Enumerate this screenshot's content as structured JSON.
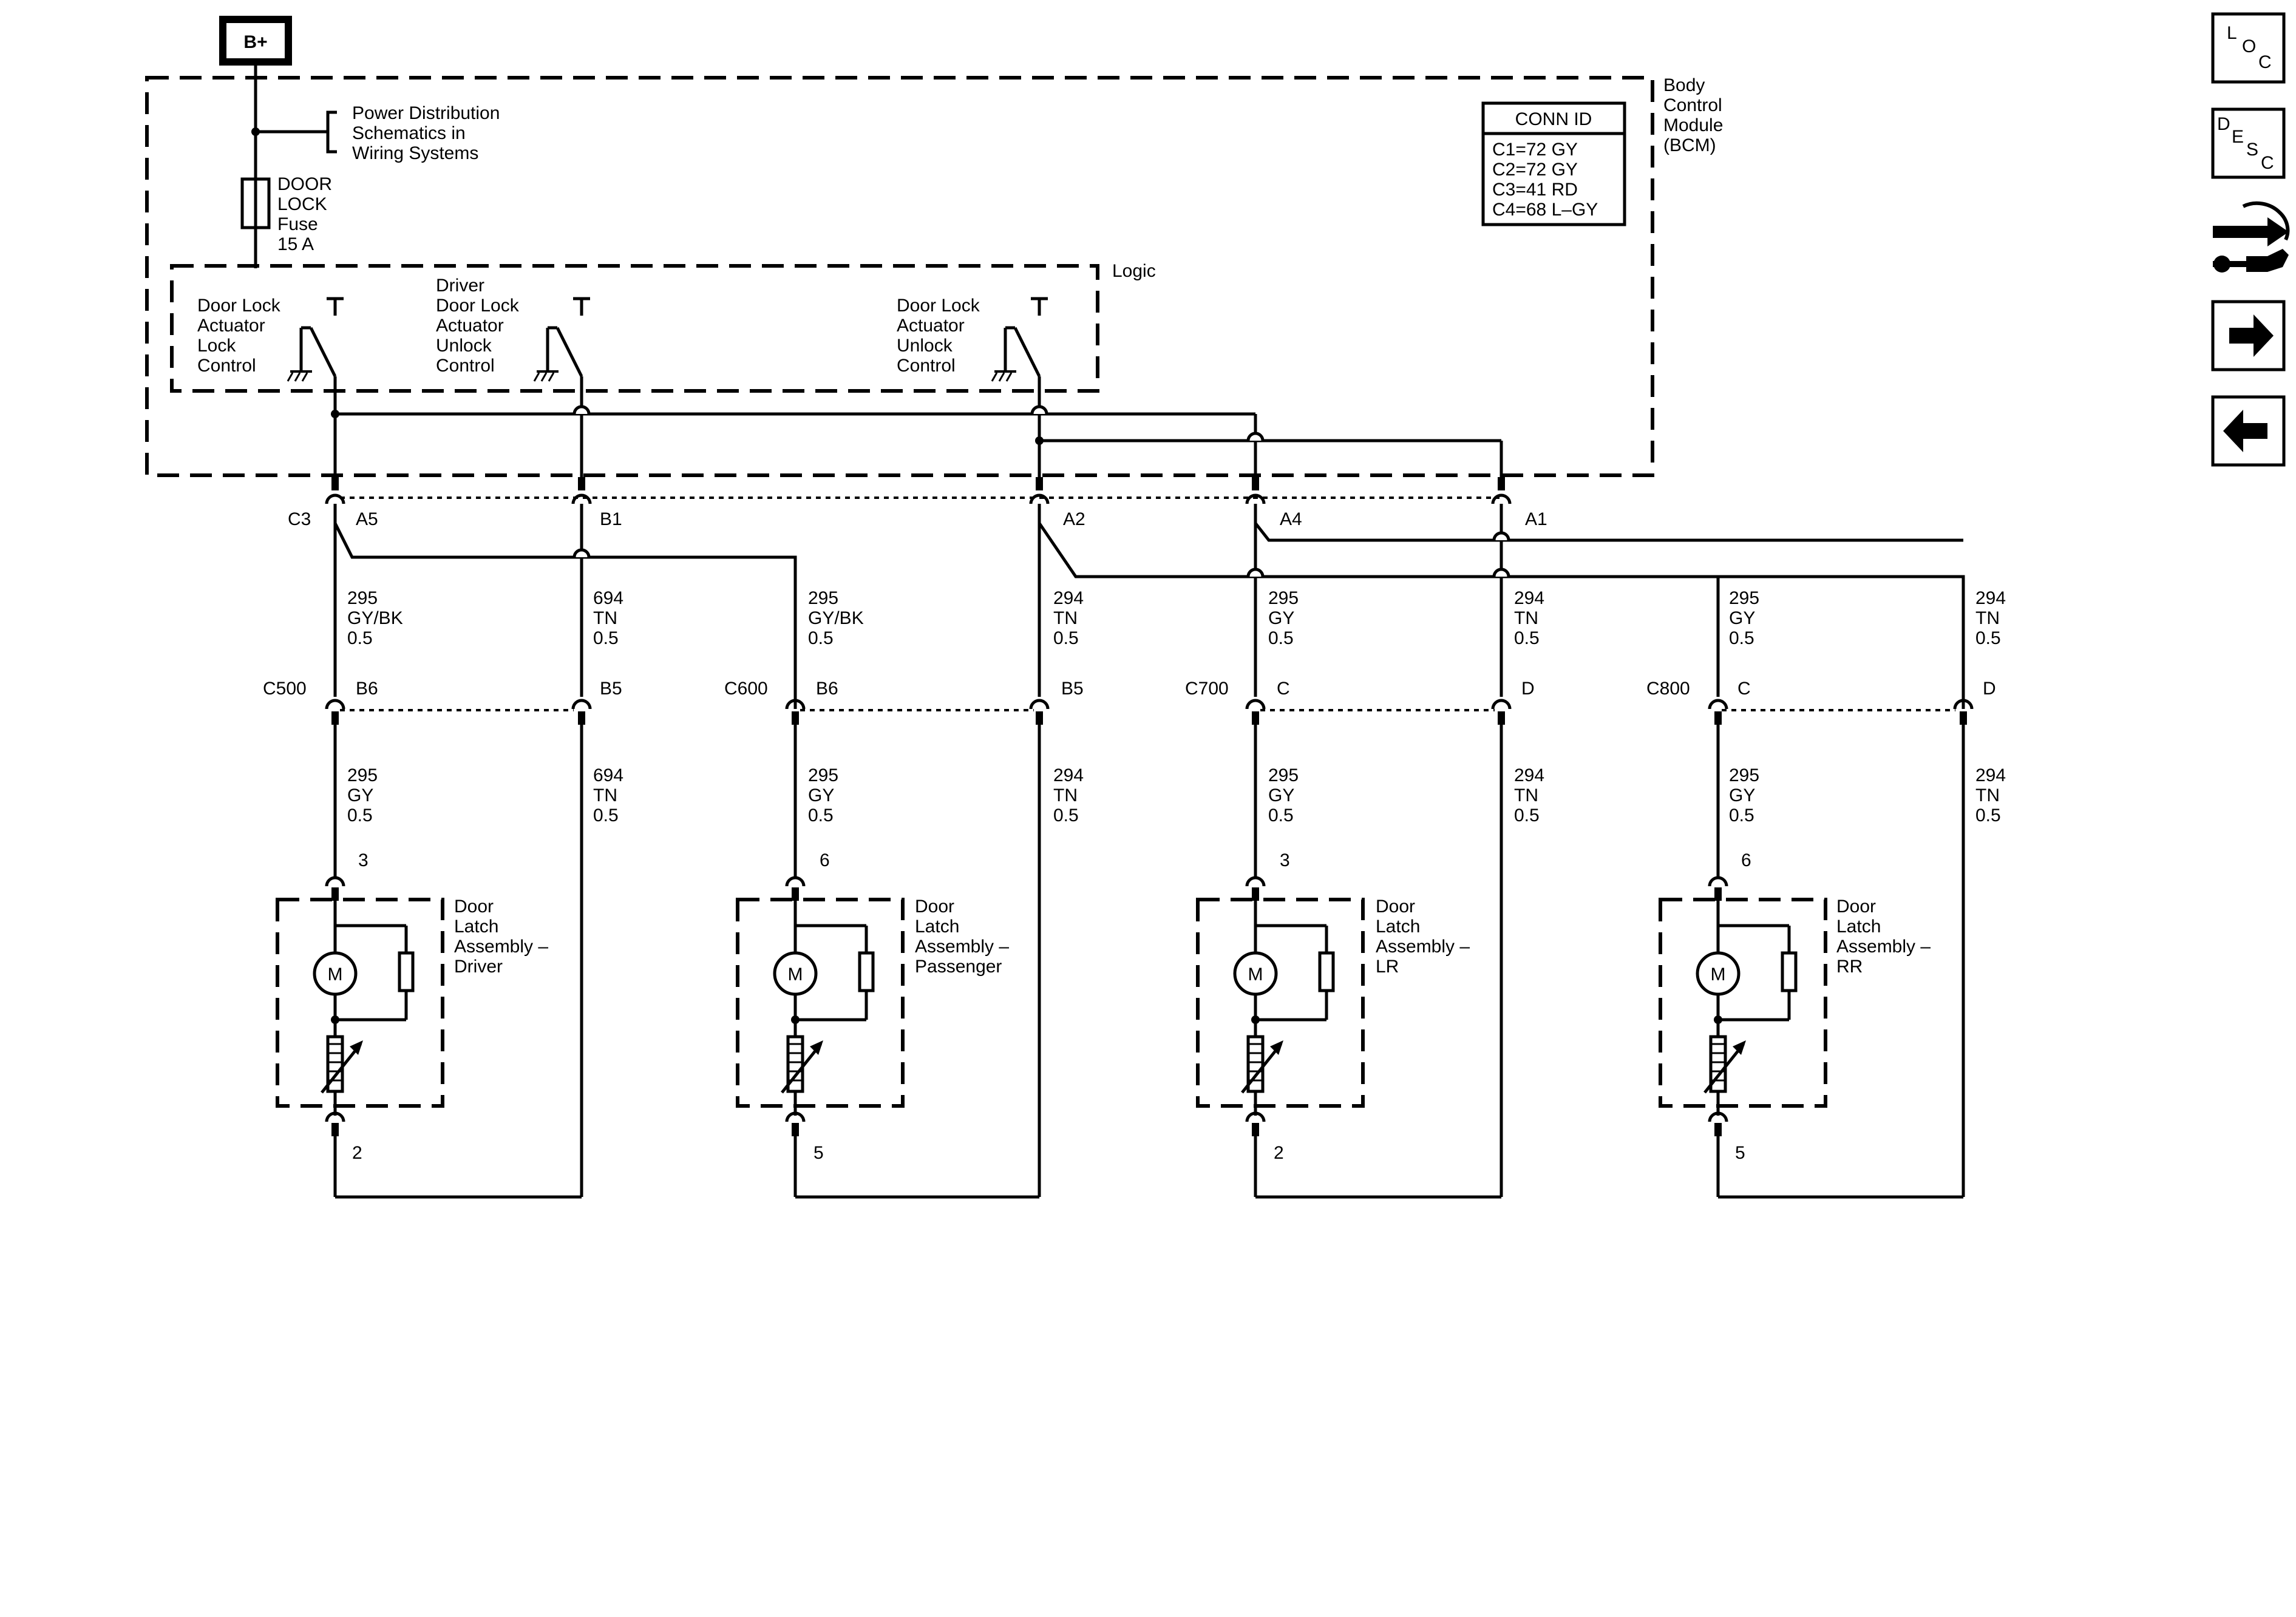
{
  "supply": {
    "label": "B+"
  },
  "power_ref": {
    "lines": [
      "Power Distribution",
      "Schematics in",
      "Wiring Systems"
    ]
  },
  "fuse": {
    "lines": [
      "DOOR",
      "LOCK",
      "Fuse",
      "15 A"
    ]
  },
  "bcm": {
    "lines": [
      "Body",
      "Control",
      "Module",
      "(BCM)"
    ]
  },
  "logic": {
    "label": "Logic"
  },
  "conn_id": {
    "title": "CONN ID",
    "rows": [
      "C1=72 GY",
      "C2=72 GY",
      "C3=41 RD",
      "C4=68 L–GY"
    ]
  },
  "switches": [
    {
      "lines": [
        "Door Lock",
        "Actuator",
        "Lock",
        "Control"
      ]
    },
    {
      "lines": [
        "Driver",
        "Door Lock",
        "Actuator",
        "Unlock",
        "Control"
      ]
    },
    {
      "lines": [
        "Door Lock",
        "Actuator",
        "Unlock",
        "Control"
      ]
    }
  ],
  "bcm_connector": {
    "name": "C3",
    "pins": [
      "A5",
      "B1",
      "A2",
      "A4",
      "A1"
    ]
  },
  "wires_upper": [
    {
      "circuit": "295",
      "color": "GY/BK",
      "size": "0.5"
    },
    {
      "circuit": "694",
      "color": "TN",
      "size": "0.5"
    },
    {
      "circuit": "295",
      "color": "GY/BK",
      "size": "0.5"
    },
    {
      "circuit": "294",
      "color": "TN",
      "size": "0.5"
    },
    {
      "circuit": "295",
      "color": "GY",
      "size": "0.5"
    },
    {
      "circuit": "294",
      "color": "TN",
      "size": "0.5"
    },
    {
      "circuit": "295",
      "color": "GY",
      "size": "0.5"
    },
    {
      "circuit": "294",
      "color": "TN",
      "size": "0.5"
    }
  ],
  "inline_connectors": [
    {
      "name": "C500",
      "pins": [
        "B6",
        "B5"
      ]
    },
    {
      "name": "C600",
      "pins": [
        "B6",
        "B5"
      ]
    },
    {
      "name": "C700",
      "pins": [
        "C",
        "D"
      ]
    },
    {
      "name": "C800",
      "pins": [
        "C",
        "D"
      ]
    }
  ],
  "wires_lower": [
    {
      "circuit": "295",
      "color": "GY",
      "size": "0.5"
    },
    {
      "circuit": "694",
      "color": "TN",
      "size": "0.5"
    },
    {
      "circuit": "295",
      "color": "GY",
      "size": "0.5"
    },
    {
      "circuit": "294",
      "color": "TN",
      "size": "0.5"
    },
    {
      "circuit": "295",
      "color": "GY",
      "size": "0.5"
    },
    {
      "circuit": "294",
      "color": "TN",
      "size": "0.5"
    },
    {
      "circuit": "295",
      "color": "GY",
      "size": "0.5"
    },
    {
      "circuit": "294",
      "color": "TN",
      "size": "0.5"
    }
  ],
  "latches": [
    {
      "lines": [
        "Door",
        "Latch",
        "Assembly –",
        "Driver"
      ],
      "top_pin": "3",
      "bottom_pin": "2",
      "motor": "M"
    },
    {
      "lines": [
        "Door",
        "Latch",
        "Assembly –",
        "Passenger"
      ],
      "top_pin": "6",
      "bottom_pin": "5",
      "motor": "M"
    },
    {
      "lines": [
        "Door",
        "Latch",
        "Assembly –",
        "LR"
      ],
      "top_pin": "3",
      "bottom_pin": "2",
      "motor": "M"
    },
    {
      "lines": [
        "Door",
        "Latch",
        "Assembly –",
        "RR"
      ],
      "top_pin": "6",
      "bottom_pin": "5",
      "motor": "M"
    }
  ],
  "side_icons": [
    {
      "name": "loc-icon",
      "letters": [
        "L",
        "O",
        "C"
      ]
    },
    {
      "name": "desc-icon",
      "letters": [
        "D",
        "E",
        "S",
        "C"
      ]
    },
    {
      "name": "diagnostic-tools-icon"
    },
    {
      "name": "next-arrow-icon"
    },
    {
      "name": "previous-arrow-icon"
    }
  ]
}
